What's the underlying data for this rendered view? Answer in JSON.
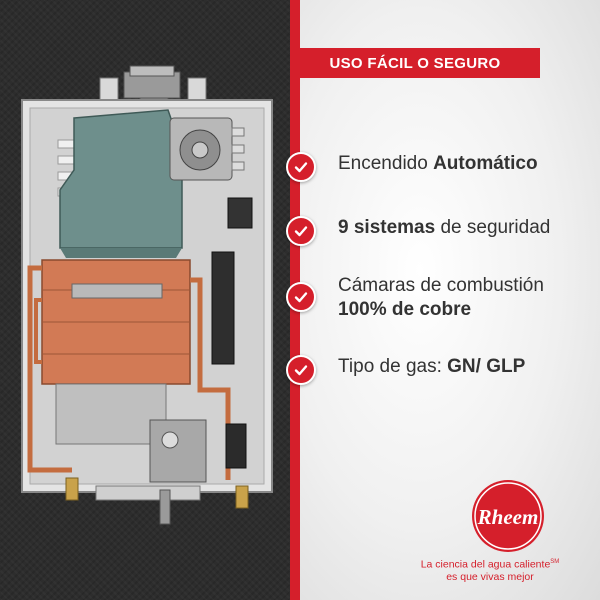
{
  "banner": {
    "title": "USO FÁCIL O SEGURO"
  },
  "features": [
    {
      "line1_normal": "Encendido ",
      "line1_bold": "Automático"
    },
    {
      "line1_bold": "9 sistemas",
      "line1_normal": " de seguridad"
    },
    {
      "line1_normal": "Cámaras de combustión",
      "line2_bold": "100% de cobre"
    },
    {
      "line1_normal": "Tipo de gas: ",
      "line1_bold": "GN/ GLP"
    }
  ],
  "brand": {
    "logo_text": "Rheem",
    "tagline_line1": "La ciencia del agua caliente",
    "tagline_mark": "SM",
    "tagline_line2": "es que vivas mejor"
  },
  "colors": {
    "accent": "#d51f2b",
    "dark_bg": "#2d2d2d",
    "copper": "#d27a55",
    "teal": "#6e8f8c"
  },
  "icons": [
    "check-icon",
    "rheem-logo-icon"
  ]
}
